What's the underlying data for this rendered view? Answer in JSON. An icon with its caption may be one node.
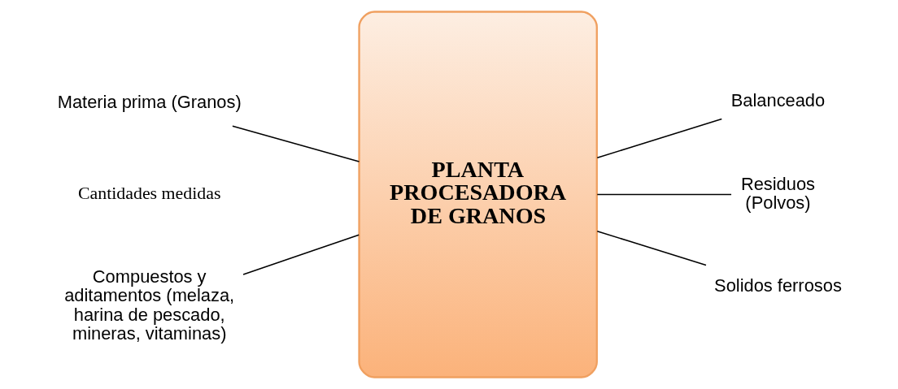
{
  "diagram": {
    "nodes": [
      {
        "text": [
          "PLANTA PROCESADORA DE GRANOS"
        ]
      },
      {
        "text": [
          "Materia prima (Granos)"
        ]
      },
      {
        "text": [
          "Compuestos y aditamentos (melaza, harina de pescado, mineras, vitaminas)"
        ]
      },
      {
        "text": [
          "Balanceado"
        ]
      },
      {
        "text": [
          "Residuos (Polvos)"
        ]
      },
      {
        "text": [
          "Solidos ferrosos"
        ]
      }
    ],
    "edges": [
      {
        "from": 1,
        "to": 0,
        "arrow": "none"
      },
      {
        "from": 2,
        "to": 0,
        "arrow": "none"
      },
      {
        "from": 0,
        "to": 3,
        "arrow": "none"
      },
      {
        "from": 0,
        "to": 4,
        "arrow": "none"
      },
      {
        "from": 0,
        "to": 5,
        "arrow": "none"
      }
    ],
    "labels": [
      "Cantidades medidas"
    ]
  }
}
